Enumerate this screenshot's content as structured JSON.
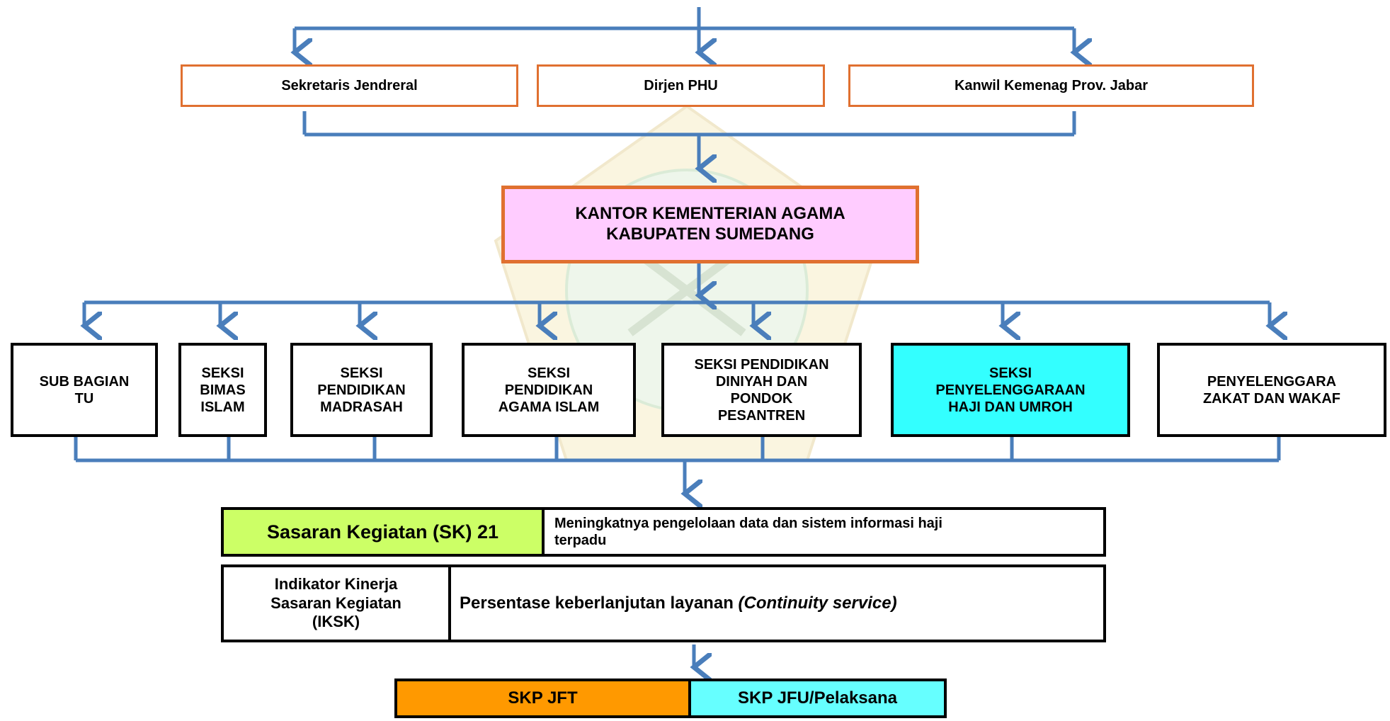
{
  "colors": {
    "connector": "#4A7EBB",
    "orange_border": "#E07030",
    "kantor_fill": "#FFCCFF",
    "haji_fill": "#33FFFF",
    "sk_fill": "#CCFF66",
    "jft_fill": "#FF9900",
    "jfu_fill": "#66FFFF"
  },
  "top_row": {
    "sekjen": "Sekretaris Jendreral",
    "dirjen": "Dirjen PHU",
    "kanwil": "Kanwil Kemenag Prov. Jabar"
  },
  "kantor": {
    "line1": "KANTOR KEMENTERIAN AGAMA",
    "line2": "KABUPATEN SUMEDANG"
  },
  "units": {
    "subbag": [
      "SUB BAGIAN",
      "TU"
    ],
    "bimas": [
      "SEKSI",
      "BIMAS",
      "ISLAM"
    ],
    "madrasah": [
      "SEKSI",
      "PENDIDIKAN",
      "MADRASAH"
    ],
    "pai": [
      "SEKSI",
      "PENDIDIKAN",
      "AGAMA ISLAM"
    ],
    "pontren": [
      "SEKSI PENDIDIKAN",
      "DINIYAH DAN",
      "PONDOK",
      "PESANTREN"
    ],
    "haji": [
      "SEKSI",
      "PENYELENGGARAAN",
      "HAJI DAN UMROH"
    ],
    "zakat": [
      "PENYELENGGARA",
      "ZAKAT DAN WAKAF"
    ]
  },
  "sasaran": {
    "label": "Sasaran Kegiatan (SK) 21",
    "desc_line1": "Meningkatnya pengelolaan data dan sistem informasi haji",
    "desc_line2": "terpadu"
  },
  "iksk": {
    "label": [
      "Indikator Kinerja",
      "Sasaran Kegiatan",
      "(IKSK)"
    ],
    "desc_text": "Persentase keberlanjutan layanan ",
    "desc_italic": "(Continuity service)"
  },
  "skp": {
    "jft": "SKP JFT",
    "jfu": "SKP JFU/Pelaksana"
  }
}
